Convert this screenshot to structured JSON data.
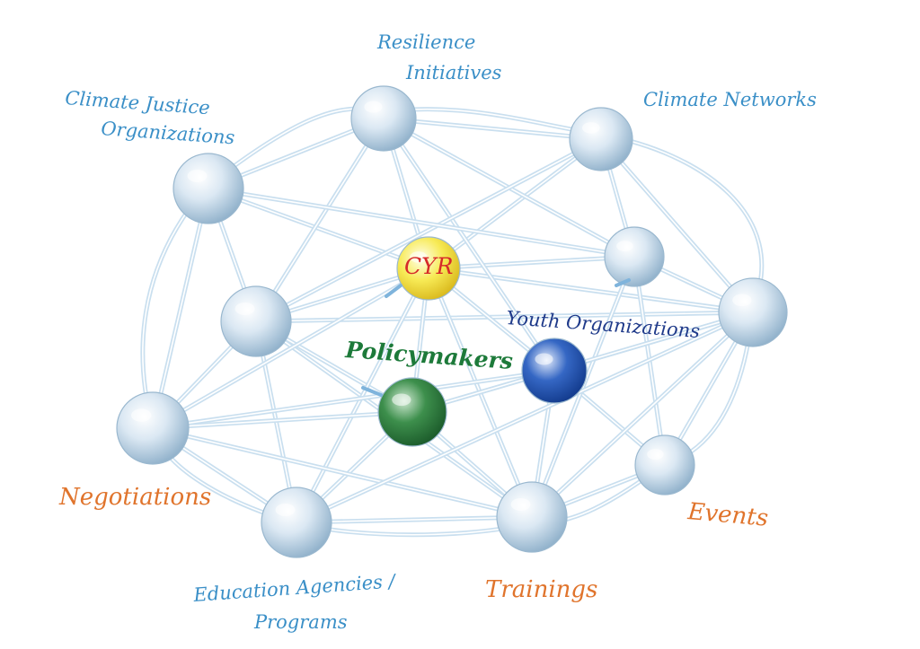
{
  "diagram": {
    "nodes": [
      {
        "id": "cji",
        "label_lines": [
          "Climate Justice",
          "Organizations"
        ],
        "color": "blue"
      },
      {
        "id": "ri",
        "label_lines": [
          "Resilience",
          "Initiatives"
        ],
        "color": "blue"
      },
      {
        "id": "cn",
        "label_lines": [
          "Climate Networks"
        ],
        "color": "blue"
      },
      {
        "id": "cyr",
        "label_lines": [
          "CYR"
        ],
        "color": "red"
      },
      {
        "id": "yo",
        "label_lines": [
          "Youth Organizations"
        ],
        "color": "navy"
      },
      {
        "id": "pm",
        "label_lines": [
          "Policymakers"
        ],
        "color": "green"
      },
      {
        "id": "neg",
        "label_lines": [
          "Negotiations"
        ],
        "color": "orange"
      },
      {
        "id": "edu",
        "label_lines": [
          "Education Agencies /",
          "Programs"
        ],
        "color": "blue"
      },
      {
        "id": "tr",
        "label_lines": [
          "Trainings"
        ],
        "color": "orange"
      },
      {
        "id": "ev",
        "label_lines": [
          "Events"
        ],
        "color": "orange"
      }
    ]
  },
  "colors": {
    "label_blue": "#3a8fc7",
    "label_orange": "#e0742c",
    "label_navy": "#1f3a8a",
    "label_green": "#1d7a3a",
    "label_red": "#d62a2a",
    "node_hub": "#f4e64a",
    "node_policymakers": "#2e7d3e",
    "node_youth": "#1e4fb0",
    "node_default": "#cfe0ee"
  }
}
